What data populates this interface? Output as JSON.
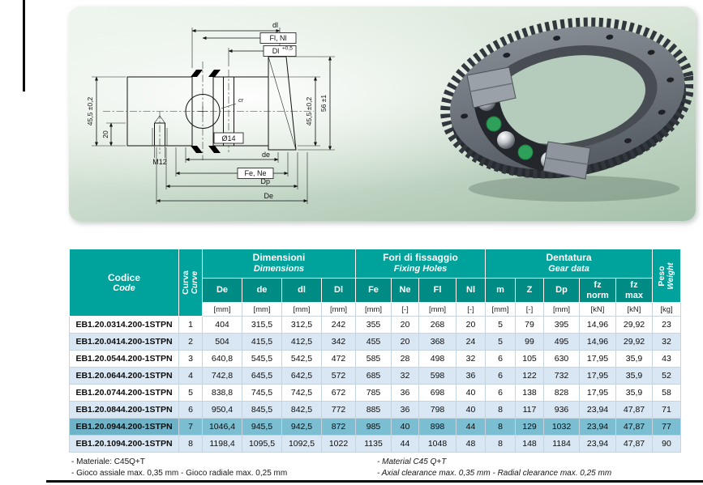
{
  "drawing": {
    "labels": {
      "dl_top": "dl",
      "fl_nl": "Fl, Nl",
      "dl_name": "Dl",
      "dl_tol": "+0,5",
      "left_height": "45,5 ±0,2",
      "left_depth": "20",
      "right_height": "45,5 ±0,2",
      "right_total": "56 ±1",
      "m12": "M12",
      "o14": "Ø14",
      "cr": "cr",
      "de_small": "de",
      "fe_ne": "Fe, Ne",
      "dp": "Dp",
      "de_big": "De"
    }
  },
  "colors": {
    "header_teal": "#00a39b",
    "header_dark_teal": "#008c84",
    "row_alt_blue": "#d9e7f4",
    "row_highlight": "#7bbdd1",
    "hatch_green": "#5fa93c",
    "spacer_green": "#2fa05a"
  },
  "table": {
    "header": {
      "codice": {
        "it": "Codice",
        "en": "Code"
      },
      "curva": {
        "it": "Curva",
        "en": "Curve"
      },
      "groups": [
        {
          "it": "Dimensioni",
          "en": "Dimensions"
        },
        {
          "it": "Fori di fissaggio",
          "en": "Fixing Holes"
        },
        {
          "it": "Dentatura",
          "en": "Gear data"
        }
      ],
      "peso": {
        "it": "Peso",
        "en": "Weight"
      },
      "columns": [
        "De",
        "de",
        "dl",
        "Dl",
        "Fe",
        "Ne",
        "Fl",
        "Nl",
        "m",
        "Z",
        "Dp",
        "fz\nnorm",
        "fz\nmax"
      ],
      "units": [
        "[mm]",
        "[mm]",
        "[mm]",
        "[mm]",
        "[mm]",
        "[-]",
        "[mm]",
        "[-]",
        "[mm]",
        "[-]",
        "[mm]",
        "[kN]",
        "[kN]",
        "[kg]"
      ]
    },
    "rows": [
      {
        "code": "EB1.20.0314.200-1STPN",
        "curve": "1",
        "highlight": false,
        "values": [
          "404",
          "315,5",
          "312,5",
          "242",
          "355",
          "20",
          "268",
          "20",
          "5",
          "79",
          "395",
          "14,96",
          "29,92",
          "23"
        ]
      },
      {
        "code": "EB1.20.0414.200-1STPN",
        "curve": "2",
        "highlight": false,
        "values": [
          "504",
          "415,5",
          "412,5",
          "342",
          "455",
          "20",
          "368",
          "24",
          "5",
          "99",
          "495",
          "14,96",
          "29,92",
          "32"
        ]
      },
      {
        "code": "EB1.20.0544.200-1STPN",
        "curve": "3",
        "highlight": false,
        "values": [
          "640,8",
          "545,5",
          "542,5",
          "472",
          "585",
          "28",
          "498",
          "32",
          "6",
          "105",
          "630",
          "17,95",
          "35,9",
          "43"
        ]
      },
      {
        "code": "EB1.20.0644.200-1STPN",
        "curve": "4",
        "highlight": false,
        "values": [
          "742,8",
          "645,5",
          "642,5",
          "572",
          "685",
          "32",
          "598",
          "36",
          "6",
          "122",
          "732",
          "17,95",
          "35,9",
          "52"
        ]
      },
      {
        "code": "EB1.20.0744.200-1STPN",
        "curve": "5",
        "highlight": false,
        "values": [
          "838,8",
          "745,5",
          "742,5",
          "672",
          "785",
          "36",
          "698",
          "40",
          "6",
          "138",
          "828",
          "17,95",
          "35,9",
          "58"
        ]
      },
      {
        "code": "EB1.20.0844.200-1STPN",
        "curve": "6",
        "highlight": false,
        "values": [
          "950,4",
          "845,5",
          "842,5",
          "772",
          "885",
          "36",
          "798",
          "40",
          "8",
          "117",
          "936",
          "23,94",
          "47,87",
          "71"
        ]
      },
      {
        "code": "EB1.20.0944.200-1STPN",
        "curve": "7",
        "highlight": true,
        "values": [
          "1046,4",
          "945,5",
          "942,5",
          "872",
          "985",
          "40",
          "898",
          "44",
          "8",
          "129",
          "1032",
          "23,94",
          "47,87",
          "77"
        ]
      },
      {
        "code": "EB1.20.1094.200-1STPN",
        "curve": "8",
        "highlight": false,
        "values": [
          "1198,4",
          "1095,5",
          "1092,5",
          "1022",
          "1135",
          "44",
          "1048",
          "48",
          "8",
          "148",
          "1184",
          "23,94",
          "47,87",
          "90"
        ]
      }
    ]
  },
  "notes": {
    "it1": "- Materiale: C45Q+T",
    "it2": "- Gioco assiale max. 0,35 mm - Gioco radiale max. 0,25 mm",
    "en1": "- Material C45 Q+T",
    "en2": "- Axial clearance max. 0,35 mm - Radial clearance max. 0,25 mm"
  }
}
